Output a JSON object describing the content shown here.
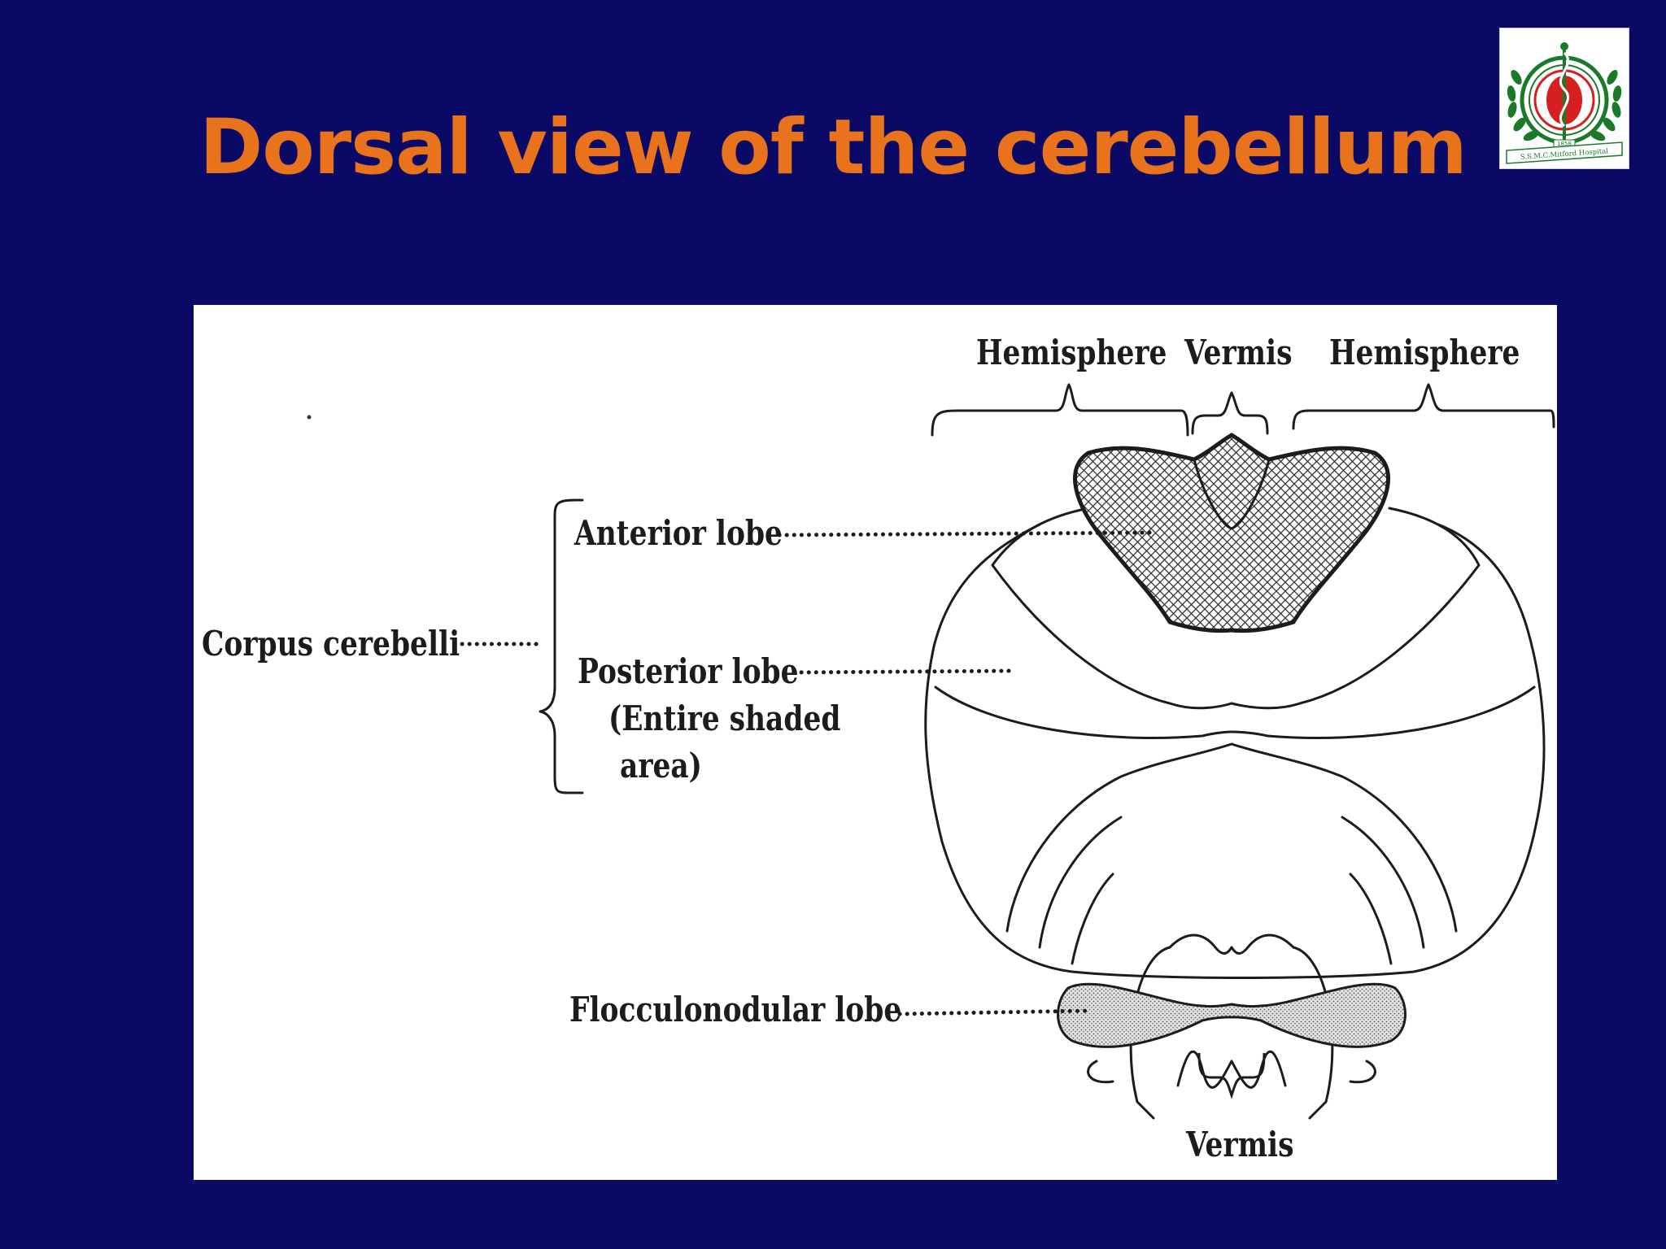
{
  "slide": {
    "title": "Dorsal view of the cerebellum",
    "background_color": "#0a0a66",
    "title_color": "#e8731c"
  },
  "logo": {
    "name": "hospital-emblem",
    "year": "1858",
    "caption": "S.S.M.C.Mitford Hospital",
    "colors": [
      "#1a7a2a",
      "#d62020",
      "#ffffff"
    ]
  },
  "diagram": {
    "labels": {
      "hemisphere_left": "Hemisphere",
      "vermis_top": "Vermis",
      "hemisphere_right": "Hemisphere",
      "corpus_cerebelli": "Corpus cerebelli",
      "anterior_lobe": "Anterior lobe",
      "posterior_lobe": "Posterior lobe",
      "posterior_note_1": "(Entire shaded",
      "posterior_note_2": "area)",
      "flocculonodular_lobe": "Flocculonodular lobe",
      "vermis_bottom": "Vermis"
    }
  }
}
